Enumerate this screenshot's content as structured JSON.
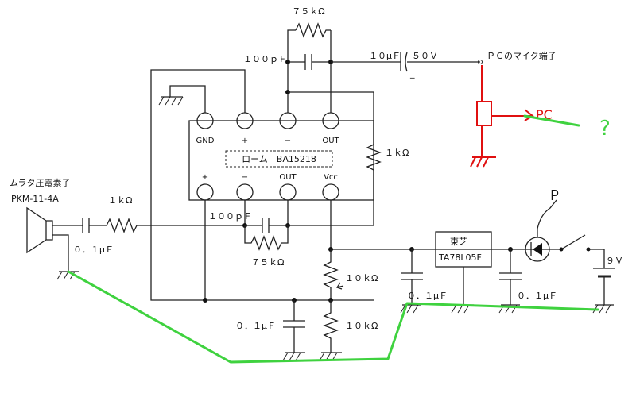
{
  "labels": {
    "r_feedback_top": "７５ｋΩ",
    "c_feedback_top": "１００ｐＦ",
    "c_coupling_out": "１０μＦ",
    "c_coupling_voltage": "５０Ｖ",
    "pc_mic_terminal": "ＰＣのマイク端子",
    "r_1k_right": "１ｋΩ",
    "r_1k_input": "１ｋΩ",
    "piezo_maker": "ムラタ圧電素子",
    "piezo_model": "PKM-11-4A",
    "c_input_bypass": "０．１μＦ",
    "c_feedback_bottom": "１００ｐＦ",
    "r_feedback_bottom": "７５ｋΩ",
    "r_divider_top": "１０ｋΩ",
    "r_divider_bottom": "１０ｋΩ",
    "c_divider": "０．１μＦ",
    "regulator_maker": "東芝",
    "regulator_model": "TA78L05F",
    "c_reg_in": "０．１μＦ",
    "c_reg_out": "０．１μＦ",
    "battery": "９Ｖ"
  },
  "ic": {
    "label": "ローム　BA15218",
    "top_pins": [
      "GND",
      "+",
      "−",
      "OUT"
    ],
    "bottom_pins": [
      "+",
      "−",
      "OUT",
      "Vcc"
    ]
  },
  "annotations": {
    "pc_handwritten": "PC",
    "question_mark": "?",
    "diode_handwritten": "P"
  },
  "colors": {
    "ink": "#222222",
    "handwritten_green": "#3fd23f",
    "handwritten_red": "#e01010"
  }
}
